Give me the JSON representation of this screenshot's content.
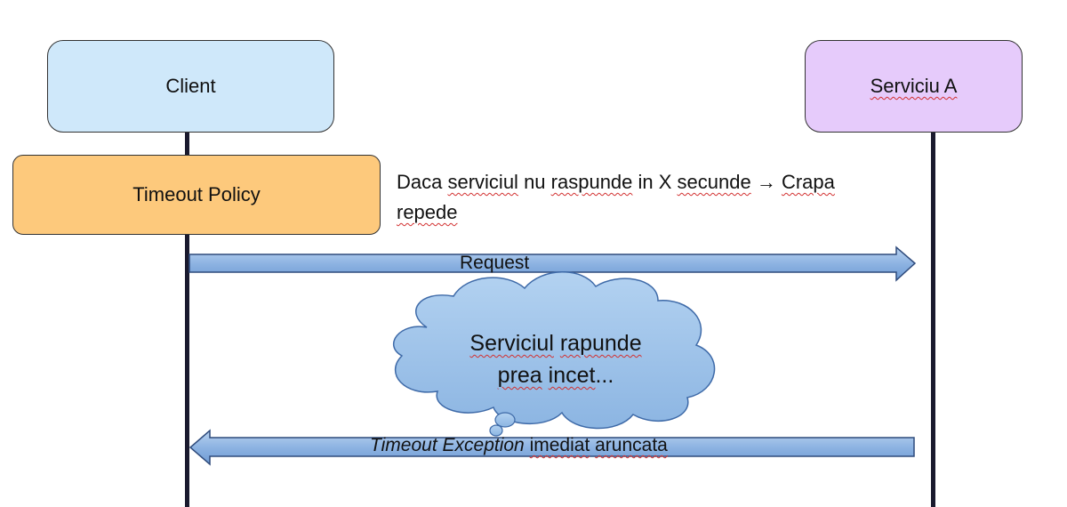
{
  "participants": {
    "client": "Client",
    "service": "Serviciu A",
    "policy": "Timeout Policy"
  },
  "policy_note": {
    "w1": "Daca ",
    "w2": "serviciul",
    "w3": " nu ",
    "w4": "raspunde",
    "w5": " in X ",
    "w6": "secunde",
    "w7": " → ",
    "w8": "Crapa",
    "w9": "repede"
  },
  "messages": {
    "request": "Request",
    "timeout_italic": "Timeout Exception",
    "timeout_space": " ",
    "timeout_w1": "imediat",
    "timeout_w2": " ",
    "timeout_w3": "aruncata"
  },
  "cloud": {
    "line1_w1": "Serviciul",
    "line1_w2": " ",
    "line1_w3": "rapunde",
    "line2_w1": "prea",
    "line2_w2": " ",
    "line2_w3": "incet",
    "line2_w4": "..."
  },
  "colors": {
    "client_fill": "#cfe8fa",
    "service_fill": "#e6cbfb",
    "policy_fill": "#fdc97c",
    "arrow_fill": "#8db3e2",
    "cloud_fill": "#9dc3e6"
  }
}
